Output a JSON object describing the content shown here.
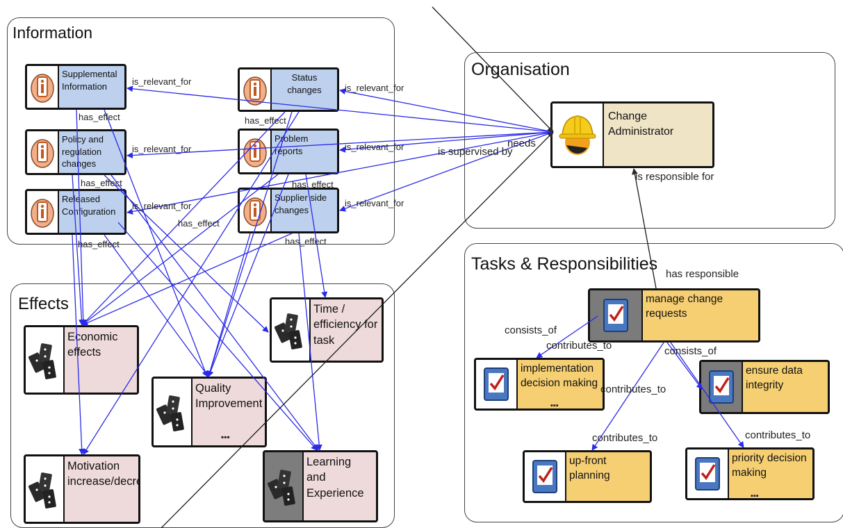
{
  "groups": {
    "information": "Information",
    "effects": "Effects",
    "organisation": "Organisation",
    "tasks": "Tasks & Responsibilities"
  },
  "nodes": {
    "supplemental_information": "Supplemental Information",
    "status_changes": "Status changes",
    "policy_regulation_changes": "Policy and regulation changes",
    "problem_reports": "Problem reports",
    "released_configuration": "Released Configuration",
    "supplier_side_changes": "Supplier side changes",
    "economic_effects": "Economic effects",
    "time_efficiency": "Time / efficiency for task",
    "quality_improvement": "Quality Improvement",
    "motivation": "Motivation increase/decrease",
    "learning_experience": "Learning and Experience",
    "change_administrator": "Change Administrator",
    "manage_change_requests": "manage change requests",
    "implementation_decision": "implementation decision making",
    "ensure_data_integrity": "ensure data integrity",
    "upfront_planning": "up-front planning",
    "priority_decision": "priority decision making"
  },
  "edge_labels": {
    "is_relevant_for": "is_relevant_for",
    "has_effect": "has_effect",
    "needs": "needs",
    "is_supervised_by": "is supervised by",
    "is_responsible_for": "is responsible for",
    "has_responsible": "has responsible",
    "consists_of": "consists_of",
    "contributes_to": "contributes_to"
  },
  "ellipsis": "▪▪▪",
  "icons": {
    "information": "info-hands-icon",
    "effects": "dominoes-icon",
    "tasks": "checkbox-task-icon",
    "organisation": "hardhat-person-icon"
  },
  "colors": {
    "edge_blue": "#2a2ae8",
    "edge_black": "#111111",
    "info_fill": "#bdd0ee",
    "effect_fill": "#eedadb",
    "task_fill": "#f6cf73",
    "org_fill": "#efe4c6"
  }
}
